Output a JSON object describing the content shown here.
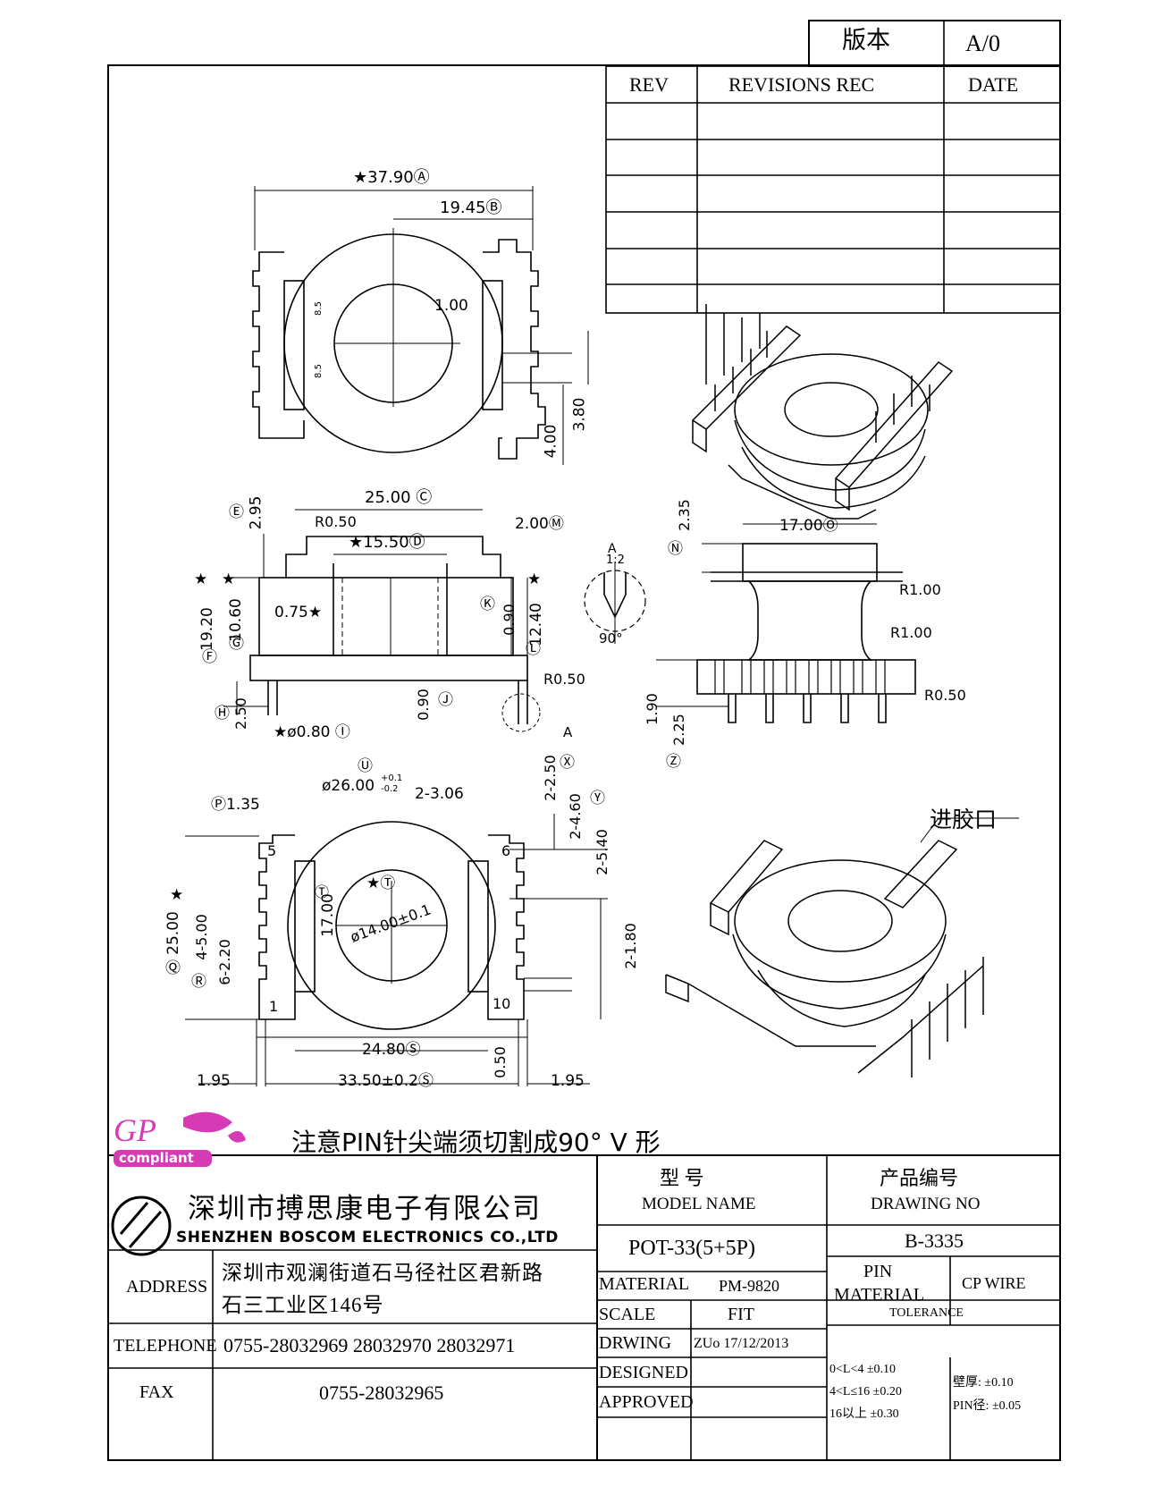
{
  "version_box": {
    "label": "版本",
    "value": "A/0"
  },
  "revisions": {
    "headers": [
      "REV",
      "REVISIONS REC",
      "DATE"
    ]
  },
  "dims_top": {
    "a": "★37.90Ⓐ",
    "b": "19.45Ⓑ",
    "c100": "1.00",
    "c85a": "8.5",
    "c85b": "8.5",
    "c380": "3.80",
    "c400": "4.00"
  },
  "dims_mid": {
    "e295": "2.95",
    "e_label": "Ⓔ",
    "c25": "25.00 Ⓒ",
    "r050a": "R0.50",
    "m200": "2.00Ⓜ",
    "d1550": "★15.50Ⓓ",
    "f1920": "19.20",
    "f_label": "Ⓕ",
    "g1060": "10.60",
    "g_label": "Ⓖ",
    "c075": "0.75★",
    "k090": "0.90",
    "k_label": "Ⓚ",
    "l1240": "12.40",
    "l_label": "Ⓛ",
    "r050b": "R0.50",
    "h250": "2.50",
    "h_label": "Ⓗ",
    "j090": "0.90",
    "j_label": "Ⓙ",
    "i080": "★ø0.80 Ⓘ",
    "a_detail": "A",
    "a_top": "A",
    "a_ratio": "1:2",
    "deg90": "90°",
    "n235": "2.35",
    "n_label": "Ⓝ",
    "o1700": "17.00Ⓞ",
    "r100a": "R1.00",
    "r100b": "R1.00",
    "r050c": "R0.50",
    "z190": "1.90",
    "z225": "2.25",
    "z_label": "Ⓩ",
    "star": "★"
  },
  "dims_bot": {
    "u_label": "Ⓤ",
    "u2600": "ø26.00",
    "u_tol_plus": "+0.1",
    "u_tol_minus": "-0.2",
    "p135": "Ⓟ1.35",
    "d306": "2-3.06",
    "x250": "2-2.50",
    "x_label": "Ⓧ",
    "y460": "2-4.60",
    "y_label": "Ⓨ",
    "y540": "2-5.40",
    "q2500": "25.00",
    "q_label": "Ⓠ",
    "r500": "4-5.00",
    "r_label": "Ⓡ",
    "r220": "6-2.20",
    "t1700": "17.00",
    "t_label": "Ⓣ",
    "t1400": "ø14.00±0.1",
    "t_star": "★Ⓣ",
    "d180": "2-1.80",
    "s2480": "24.80Ⓢ",
    "s050": "0.50",
    "s3350": "33.50±0.2Ⓢ",
    "w195a": "1.95",
    "w195b": "1.95",
    "pin5": "5",
    "pin1": "1",
    "pin6": "6",
    "pin10": "10",
    "star": "★"
  },
  "gate_label": "进胶口",
  "logo": {
    "gp": "GP",
    "compliant": "compliant"
  },
  "note": "注意PIN针尖端须切割成90°  V  形",
  "company": {
    "cn": "深圳市搏思康电子有限公司",
    "en": "SHENZHEN BOSCOM ELECTRONICS CO.,LTD"
  },
  "address": {
    "label": "ADDRESS",
    "line1": "深圳市观澜街道石马径社区君新路",
    "line2": "石三工业区146号"
  },
  "telephone": {
    "label": "TELEPHONE",
    "value": "0755-28032969 28032970 28032971"
  },
  "fax": {
    "label": "FAX",
    "value": "0755-28032965"
  },
  "model": {
    "label_cn": "型    号",
    "label_en": "MODEL NAME",
    "value": "POT-33(5+5P)"
  },
  "drawing": {
    "label_cn": "产品编号",
    "label_en": "DRAWING NO",
    "value": "B-3335"
  },
  "material": {
    "label": "MATERIAL",
    "value": "PM-9820"
  },
  "scale": {
    "label": "SCALE",
    "value": "FIT"
  },
  "drwing": {
    "label": "DRWING",
    "value": "ZUo 17/12/2013"
  },
  "designed": {
    "label": "DESIGNED"
  },
  "approved": {
    "label": "APPROVED"
  },
  "pin_material": {
    "label1": "PIN",
    "label2": "MATERIAL",
    "value": "CP WIRE"
  },
  "tolerance": {
    "label": "TOLERANCE",
    "r1": "0<L<4    ±0.10",
    "r2": "4<L≤16  ±0.20",
    "r3": "16以上    ±0.30",
    "wall": "壁厚:  ±0.10",
    "pin": "PIN径:  ±0.05"
  }
}
